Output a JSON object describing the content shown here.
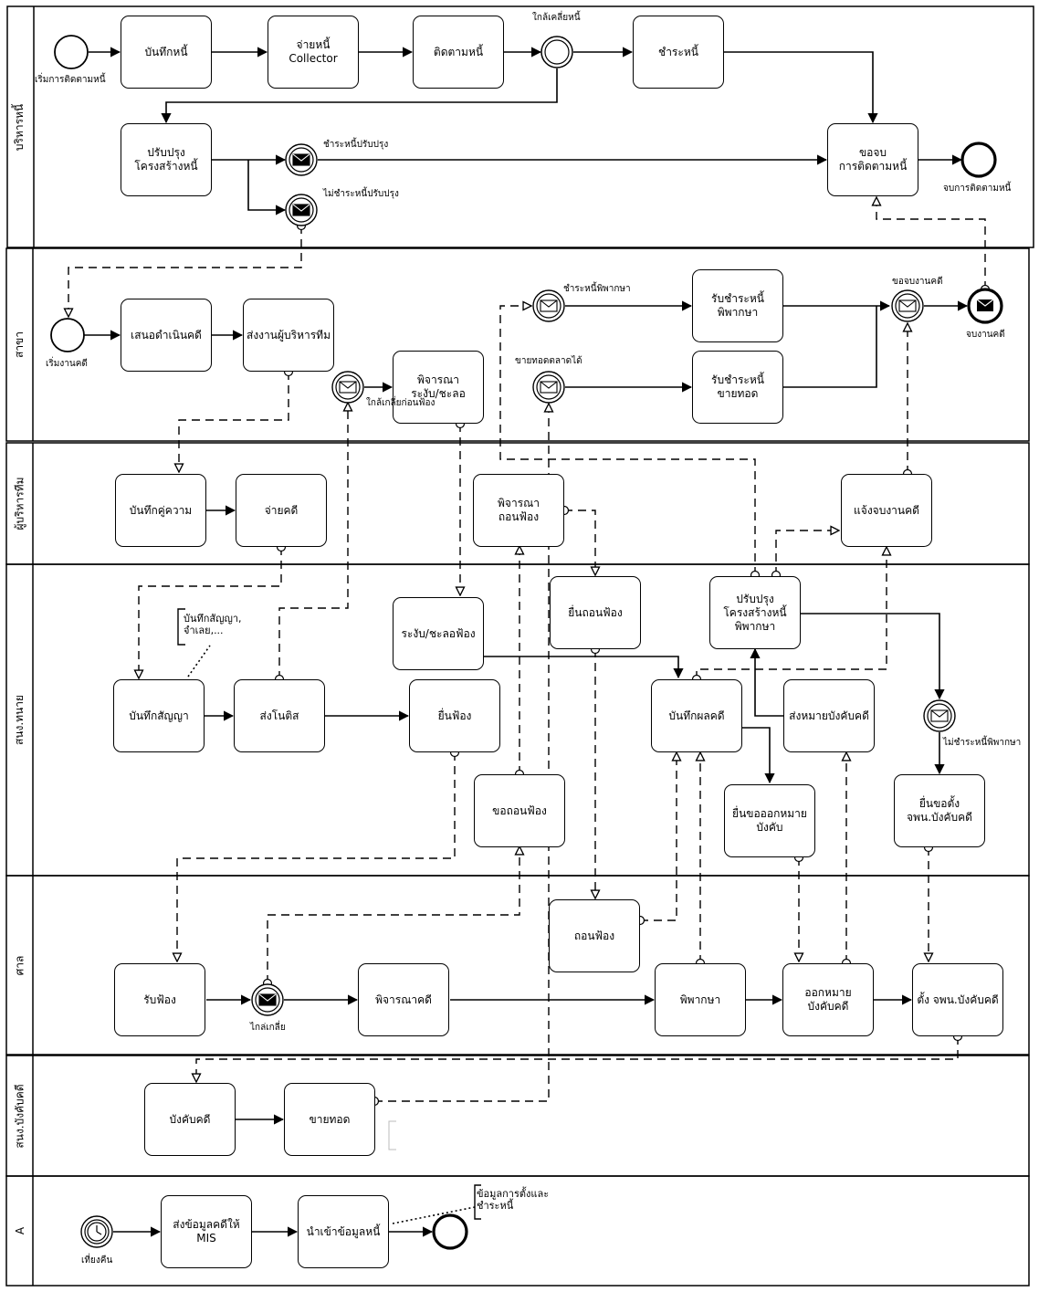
{
  "lanes": [
    {
      "label": "บริหารหนี้"
    },
    {
      "label": "สาขา"
    },
    {
      "label": "ผู้บริหารทีม"
    },
    {
      "label": "สนง.ทนาย"
    },
    {
      "label": "ศาล"
    },
    {
      "label": "สนง.บังคับคดี"
    },
    {
      "label": "A"
    }
  ],
  "tasks": {
    "record_debt": "บันทึกหนี้",
    "assign_collector": "จ่ายหนี้ Collector",
    "follow_up": "ติดตามหนี้",
    "pay_debt": "ชำระหนี้",
    "restructure": "ปรับปรุง\nโครงสร้างหนี้",
    "request_close": "ขอจบ\nการติดตามหนี้",
    "propose_case": "เสนอดำเนินคดี",
    "send_to_manager": "ส่งงานผู้บริหารทีม",
    "consider_suspend": "พิจารณา\nระงับ/ชะลอ",
    "receive_judgment_payment": "รับชำระหนี้\nพิพากษา",
    "receive_auction_payment": "รับชำระหนี้\nขายทอด",
    "record_party": "บันทึกคู่ความ",
    "assign_case": "จ่ายคดี",
    "consider_withdraw": "พิจารณา\nถอนฟ้อง",
    "notify_case_close": "แจ้งจบงานคดี",
    "suspend_lawsuit": "ระงับ/ชะลอฟ้อง",
    "file_withdraw": "ยื่นถอนฟ้อง",
    "restructure_judgment": "ปรับปรุง\nโครงสร้างหนี้\nพิพากษา",
    "record_contract": "บันทึกสัญญา",
    "send_notice": "ส่งโนติส",
    "file_lawsuit": "ยื่นฟ้อง",
    "record_result": "บันทึกผลคดี",
    "send_enforcement_writ": "ส่งหมายบังคับคดี",
    "request_withdraw": "ขอถอนฟ้อง",
    "request_writ": "ยื่นขอออกหมาย\nบังคับ",
    "file_appoint_officer": "ยื่นขอตั้ง\nจพน.บังคับคดี",
    "withdraw": "ถอนฟ้อง",
    "receive_lawsuit": "รับฟ้อง",
    "consider_case": "พิจารณาคดี",
    "judgment": "พิพากษา",
    "issue_writ": "ออกหมาย\nบังคับคดี",
    "appoint_officer": "ตั้ง จพน.บังคับคดี",
    "enforce": "บังคับคดี",
    "auction": "ขายทอด",
    "send_mis": "ส่งข้อมูลคดีให้\nMIS",
    "import_debt": "นำเข้าข้อมูลหนี้"
  },
  "events": {
    "start_follow": "เริ่มการติดตามหนี้",
    "near_settle_gw": "ใกล้เคลี่ยหนี้",
    "pay_restructured": "ชำระหนี้ปรับปรุง",
    "not_pay_restructured": "ไม่ชำระหนี้ปรับปรุง",
    "end_follow": "จบการติดตามหนี้",
    "start_case": "เริ่มงานคดี",
    "near_settle_before": "ใกล้เกลี่ยก่อนฟ้อง",
    "pay_judgment": "ชำระหนี้พิพากษา",
    "auction_sold": "ขายทอดตลาดได้",
    "request_close_case": "ขอจบงานคดี",
    "end_case": "จบงานคดี",
    "not_pay_judgment": "ไม่ชำระหนี้พิพากษา",
    "settle": "ไกล่เกลี่ย",
    "midnight": "เที่ยงคืน"
  },
  "annotations": {
    "contract_note": "บันทึกสัญญา,\nจำเลย,...",
    "data_note": "ข้อมูลการตั้งและ\nชำระหนี้"
  },
  "icons": {
    "manual_task": "hand-icon",
    "user_task": "user-icon",
    "service_task": "gear-icon",
    "message_event": "envelope-icon",
    "timer_event": "clock-icon"
  }
}
